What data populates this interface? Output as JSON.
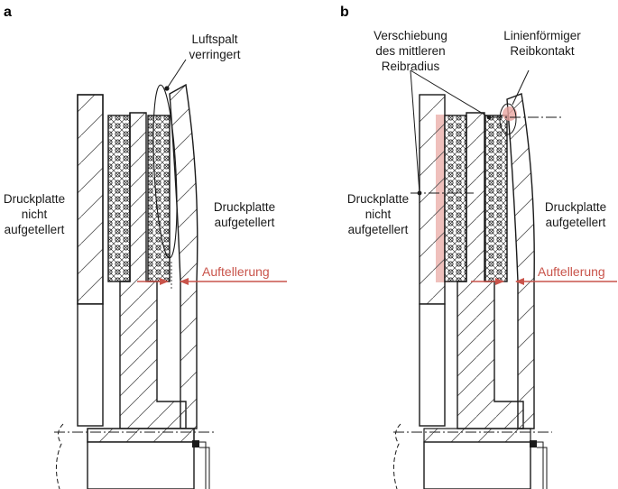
{
  "panels": [
    {
      "label": "a",
      "annotations": {
        "luftspalt": [
          "Luftspalt",
          "verringert"
        ],
        "left_plate": [
          "Druckplatte",
          "nicht",
          "aufgetellert"
        ],
        "right_plate": [
          "Druckplatte",
          "aufgetellert"
        ],
        "arrow_label": "Auftellerung"
      }
    },
    {
      "label": "b",
      "annotations": {
        "verschiebung": [
          "Verschiebung",
          "des mittleren",
          "Reibradius"
        ],
        "linienfoermig": [
          "Linienförmiger",
          "Reibkontakt"
        ],
        "left_plate": [
          "Druckplatte",
          "nicht",
          "aufgetellert"
        ],
        "right_plate": [
          "Druckplatte",
          "aufgetellert"
        ],
        "arrow_label": "Auftellerung"
      }
    }
  ],
  "colors": {
    "accent_red": "#c9544b",
    "highlight_red": "#e8a5a0",
    "line": "#1a1a1a"
  }
}
